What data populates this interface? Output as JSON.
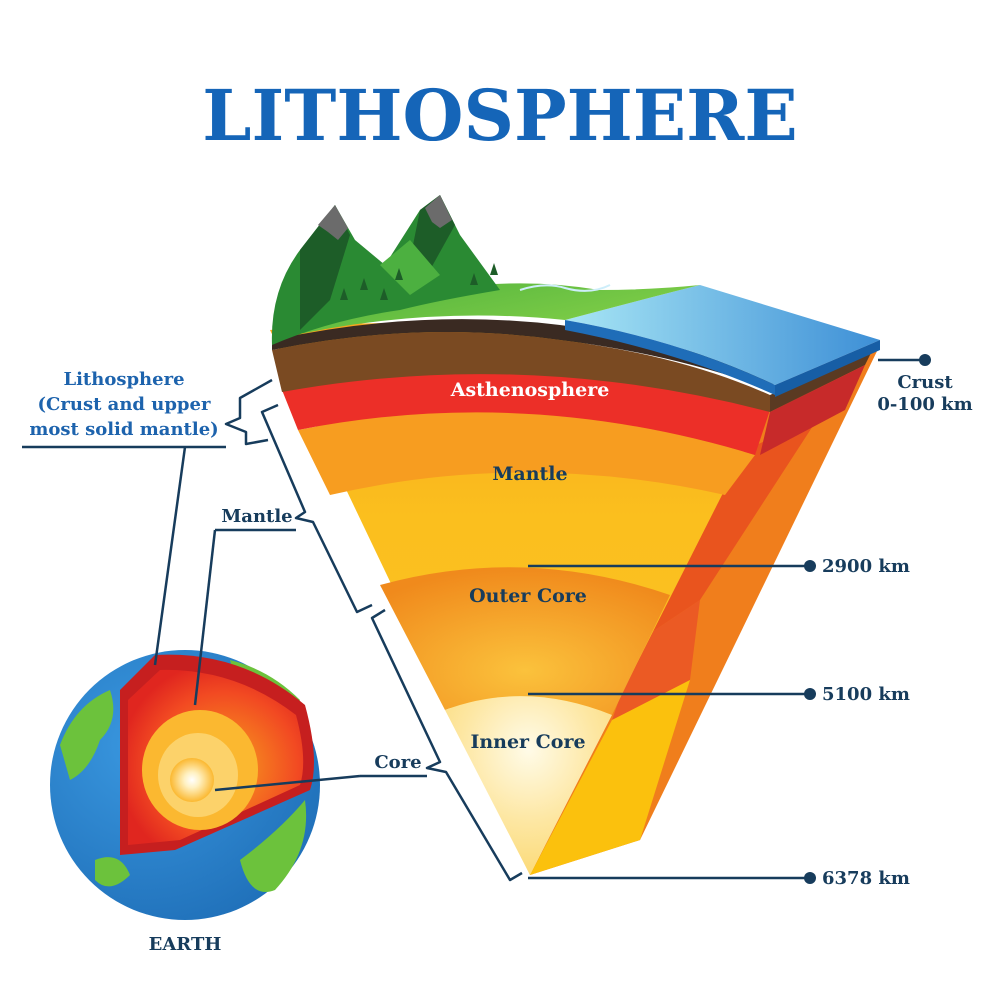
{
  "title": "LITHOSPHERE",
  "layers": {
    "asthenosphere": "Asthenosphere",
    "mantle": "Mantle",
    "outer_core": "Outer Core",
    "inner_core": "Inner Core"
  },
  "left_labels": {
    "lithosphere_line1": "Lithosphere",
    "lithosphere_line2": "(Crust and upper",
    "lithosphere_line3": "most solid mantle)",
    "mantle": "Mantle",
    "core": "Core",
    "earth": "EARTH"
  },
  "depths": {
    "crust_line1": "Crust",
    "crust_line2": "0-100 km",
    "d2900": "2900 km",
    "d5100": "5100 km",
    "d6378": "6378 km"
  },
  "colors": {
    "title": "#1565b8",
    "label_dark": "#173c5c",
    "label_blue": "#1d63ad",
    "ocean": "#2c86d6",
    "land": "#5fbf3a",
    "crust": "#6b4525",
    "asthenosphere": "#e8302a",
    "mantle": "#f5a623",
    "outer_core": "#f08a1c",
    "inner_core": "#fde7a3"
  }
}
